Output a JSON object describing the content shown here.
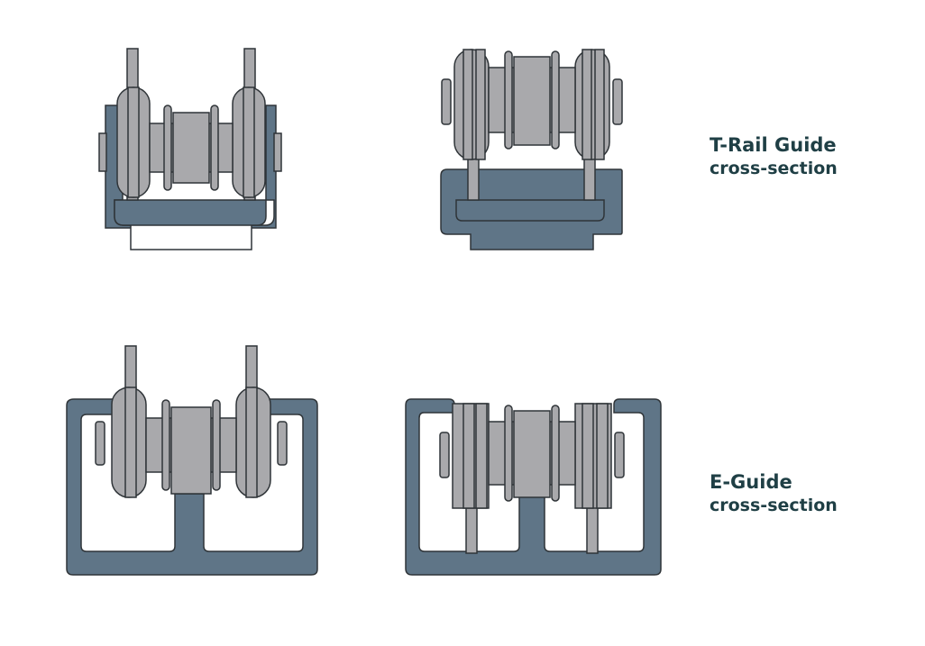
{
  "labels": {
    "t_rail": {
      "title": "T-Rail Guide",
      "subtitle": "cross-section"
    },
    "e_guide": {
      "title": "E-Guide",
      "subtitle": "cross-section"
    }
  },
  "colors": {
    "background": "#ffffff",
    "guide_body": "#5f7587",
    "roller_fill": "#a9a9ac",
    "outline": "#2f3438",
    "label_text": "#1f3f45"
  }
}
